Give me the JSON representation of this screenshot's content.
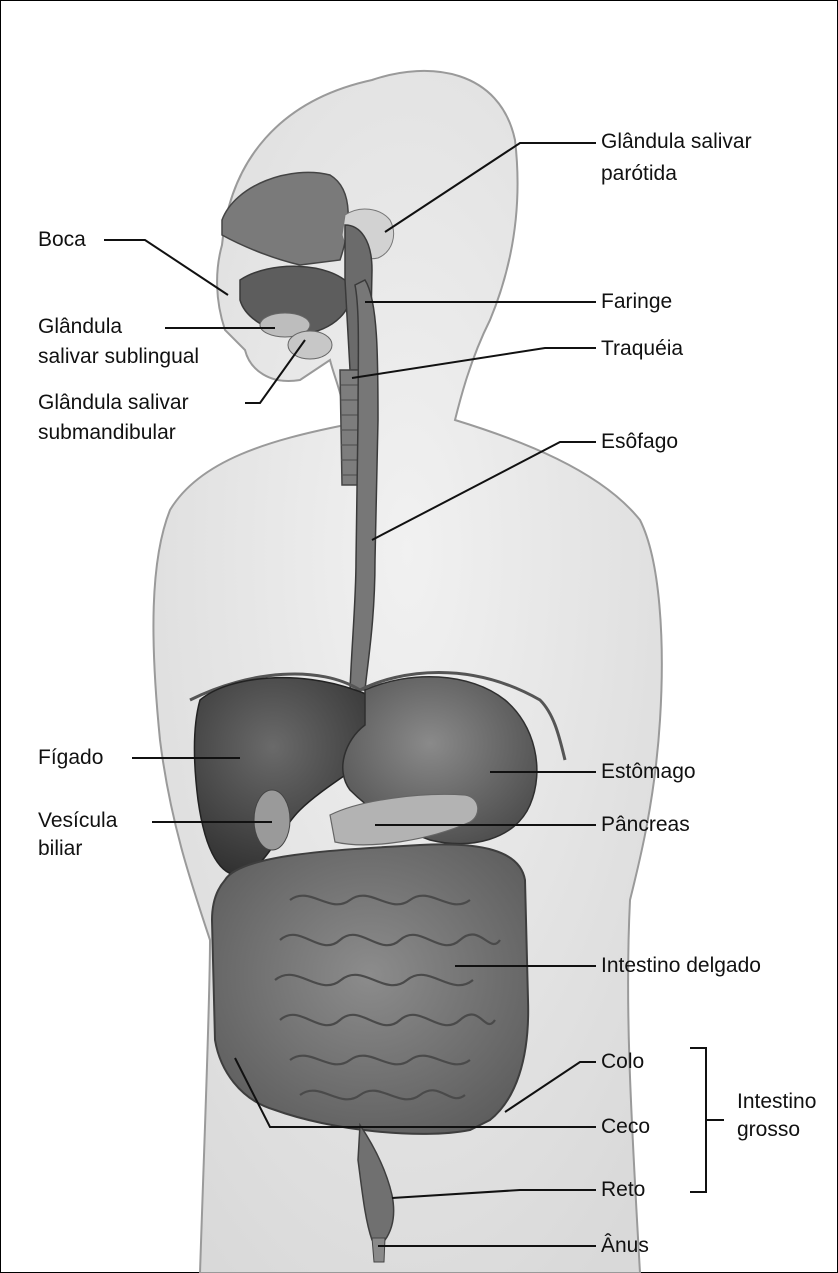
{
  "labels": {
    "parotid": [
      "Glândula salivar",
      "parótida"
    ],
    "mouth": "Boca",
    "pharynx": "Faringe",
    "sublingual": [
      "Glândula",
      "salivar sublingual"
    ],
    "trachea": "Traquéia",
    "submandibular": [
      "Glândula salivar",
      "submandibular"
    ],
    "esophagus": "Esôfago",
    "liver": "Fígado",
    "stomach": "Estômago",
    "gallbladder": [
      "Vesícula",
      "biliar"
    ],
    "pancreas": "Pâncreas",
    "small_intestine": "Intestino delgado",
    "colon": "Colo",
    "cecum": "Ceco",
    "rectum": "Reto",
    "large_intestine": [
      "Intestino",
      "grosso"
    ],
    "anus": "Ânus"
  },
  "colors": {
    "body_fill": "#e9e9e9",
    "body_outline": "#9a9a9a",
    "organ_dark": "#4a4a4a",
    "organ_mid": "#6f6f6f",
    "organ_light": "#a9a9a9",
    "leader_line": "#111111"
  }
}
